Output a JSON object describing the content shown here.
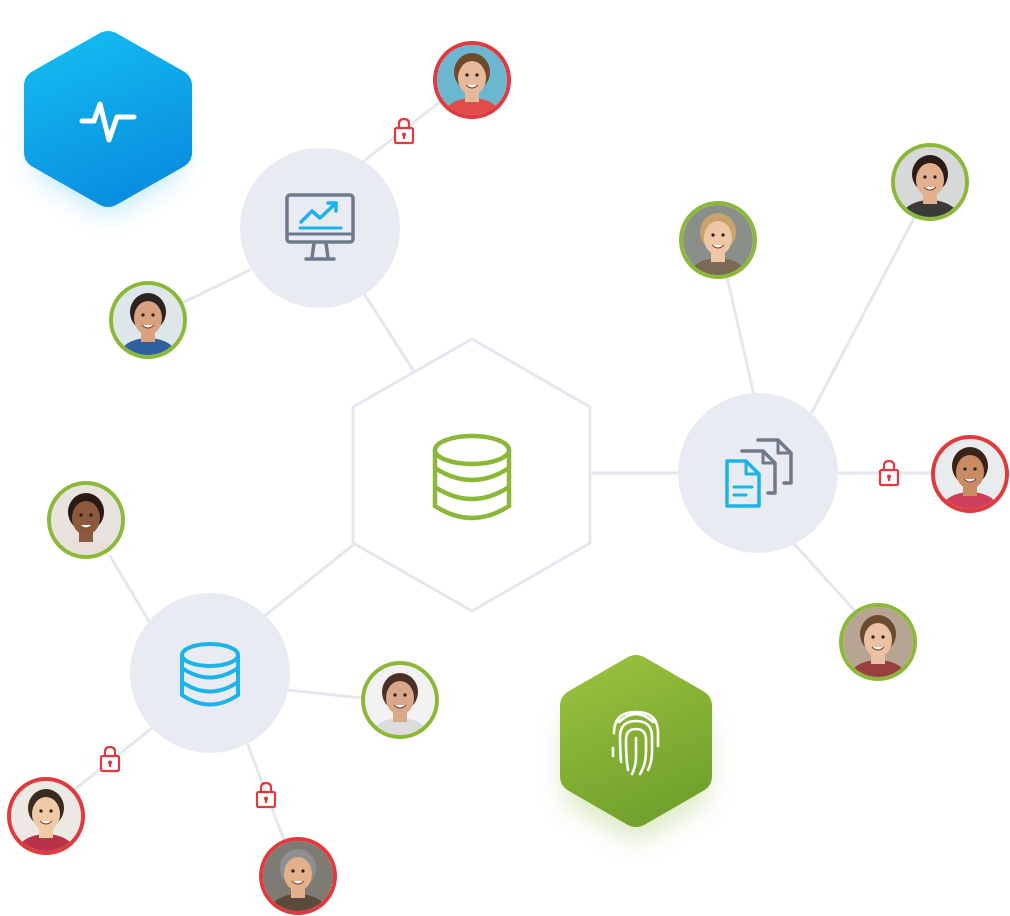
{
  "colors": {
    "blue": "#1bb3ea",
    "blue_dark": "#0a8fe0",
    "green": "#8cb83a",
    "green_dark": "#78a52e",
    "red": "#e03a3e",
    "node_fill": "#e8ecf2",
    "line": "#e3e8ef",
    "gray_icon": "#6f7989",
    "white": "#ffffff"
  },
  "hubs": [
    {
      "id": "hub-analytics",
      "icon": "monitor-chart-icon"
    },
    {
      "id": "hub-documents",
      "icon": "documents-icon"
    },
    {
      "id": "hub-database-small",
      "icon": "database-icon"
    }
  ],
  "center": {
    "id": "center-database",
    "icon": "database-stack-icon"
  },
  "badges": [
    {
      "id": "activity-badge",
      "icon": "activity-pulse-icon",
      "color": "blue"
    },
    {
      "id": "fingerprint-badge",
      "icon": "fingerprint-icon",
      "color": "green"
    }
  ],
  "users": [
    {
      "id": "user-1",
      "hub": "hub-analytics",
      "status": "locked"
    },
    {
      "id": "user-2",
      "hub": "hub-analytics",
      "status": "open"
    },
    {
      "id": "user-3",
      "hub": "hub-documents",
      "status": "open"
    },
    {
      "id": "user-4",
      "hub": "hub-documents",
      "status": "open"
    },
    {
      "id": "user-5",
      "hub": "hub-documents",
      "status": "locked"
    },
    {
      "id": "user-6",
      "hub": "hub-documents",
      "status": "open"
    },
    {
      "id": "user-7",
      "hub": "hub-database-small",
      "status": "open"
    },
    {
      "id": "user-8",
      "hub": "hub-database-small",
      "status": "open"
    },
    {
      "id": "user-9",
      "hub": "hub-database-small",
      "status": "locked"
    },
    {
      "id": "user-10",
      "hub": "hub-database-small",
      "status": "locked"
    }
  ]
}
